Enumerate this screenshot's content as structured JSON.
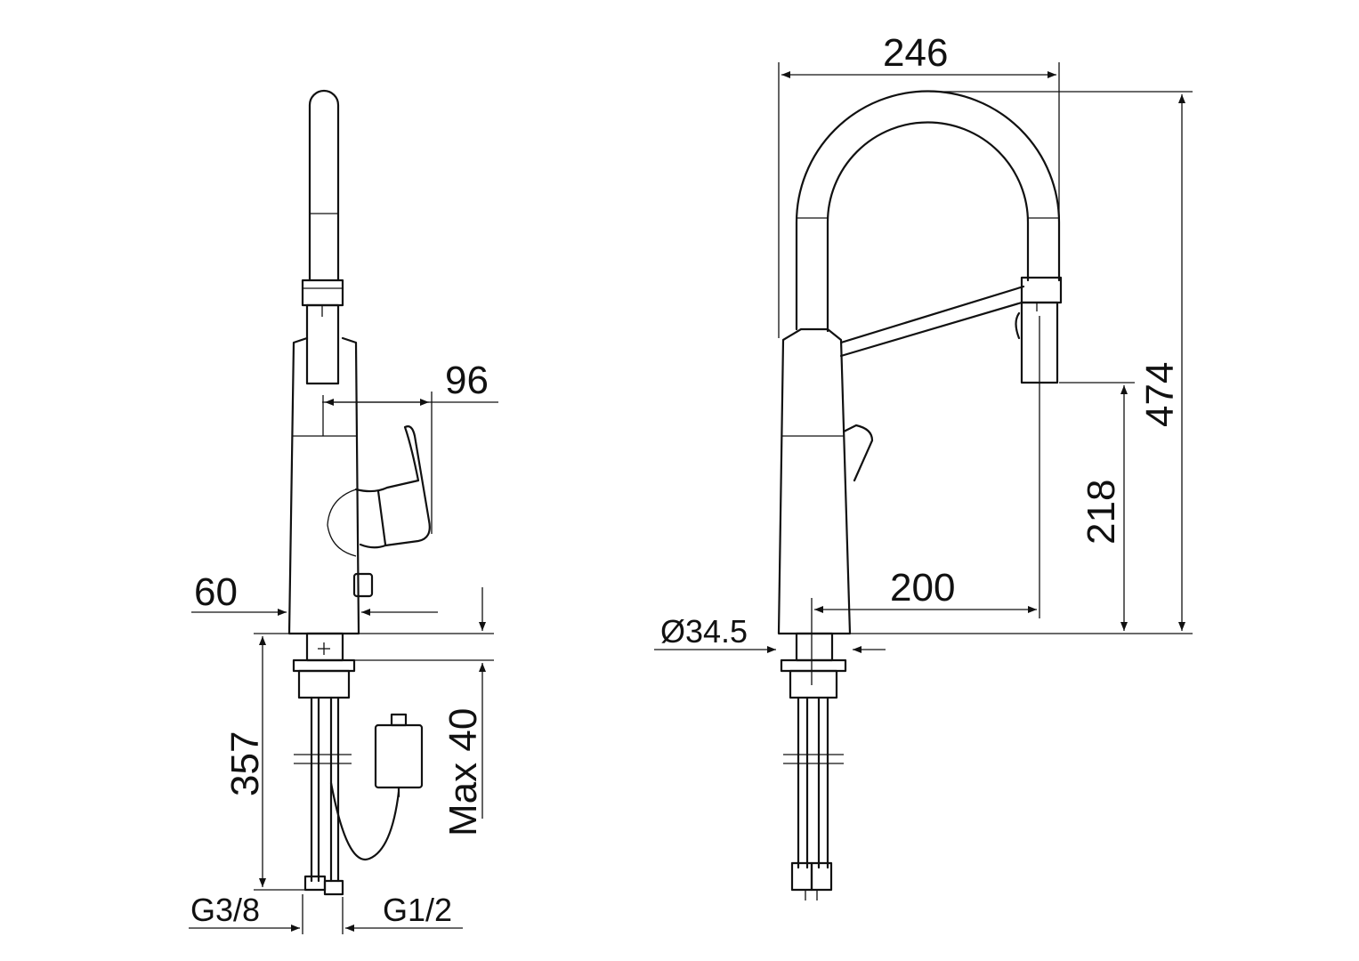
{
  "drawing": {
    "side_view": {
      "dimensions": {
        "lever_reach": "96",
        "body_diameter": "60",
        "below_deck_length": "357",
        "max_deck_thickness": "Max 40",
        "connection_left": "G3/8",
        "connection_right": "G1/2"
      }
    },
    "front_view": {
      "dimensions": {
        "spout_width": "246",
        "total_height": "474",
        "outlet_height": "218",
        "spout_reach": "200",
        "hole_diameter": "Ø34.5"
      }
    }
  }
}
